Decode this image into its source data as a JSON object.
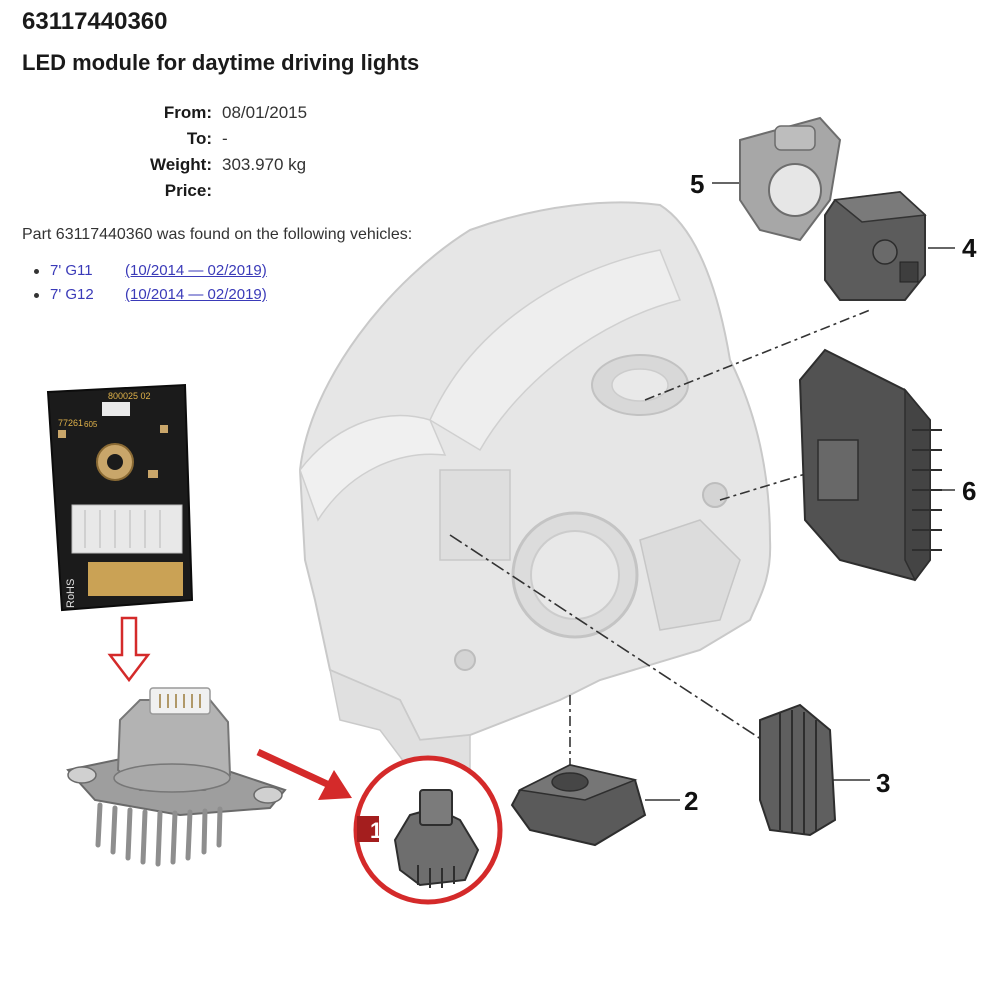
{
  "header": {
    "part_number": "63117440360",
    "part_name": "LED module for daytime driving lights"
  },
  "specs": [
    {
      "label": "From:",
      "value": "08/01/2015"
    },
    {
      "label": "To:",
      "value": "-"
    },
    {
      "label": "Weight:",
      "value": "303.970 kg"
    },
    {
      "label": "Price:",
      "value": ""
    }
  ],
  "found_text": "Part 63117440360 was found on the following vehicles:",
  "vehicles": [
    {
      "model": "7' G11",
      "range": "(10/2014 — 02/2019)"
    },
    {
      "model": "7' G12",
      "range": "(10/2014 — 02/2019)"
    }
  ],
  "diagram": {
    "callouts": [
      "1",
      "2",
      "3",
      "4",
      "5",
      "6"
    ],
    "pcb_text": [
      "800025 02",
      "77261",
      "605",
      "RoHS"
    ],
    "highlight_color": "#d42a2a"
  }
}
